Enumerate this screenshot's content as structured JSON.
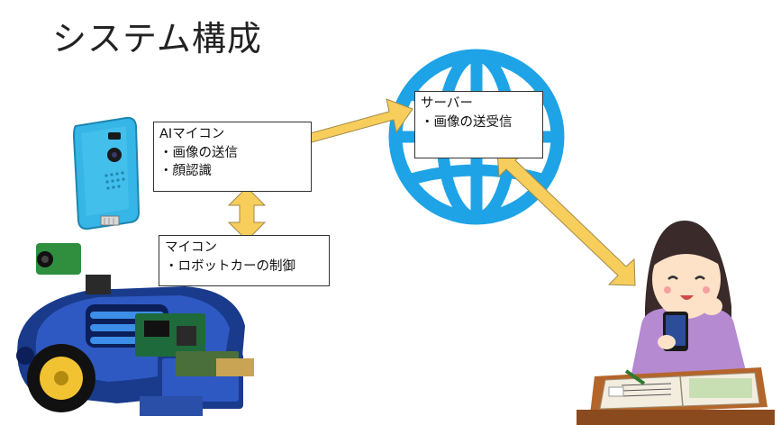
{
  "title": "システム構成",
  "ai_box": {
    "heading": "AIマイコン",
    "items": [
      "・画像の送信",
      "・顔認識"
    ]
  },
  "mc_box": {
    "heading": "マイコン",
    "items": [
      "・ロボットカーの制御"
    ]
  },
  "server_box": {
    "heading": "サーバー",
    "items": [
      "・画像の送受信"
    ]
  },
  "colors": {
    "arrow": "#f7ce5b",
    "arrow_stroke": "#a08a4a",
    "globe": "#1ea3e6",
    "camera": "#35b6e6"
  }
}
